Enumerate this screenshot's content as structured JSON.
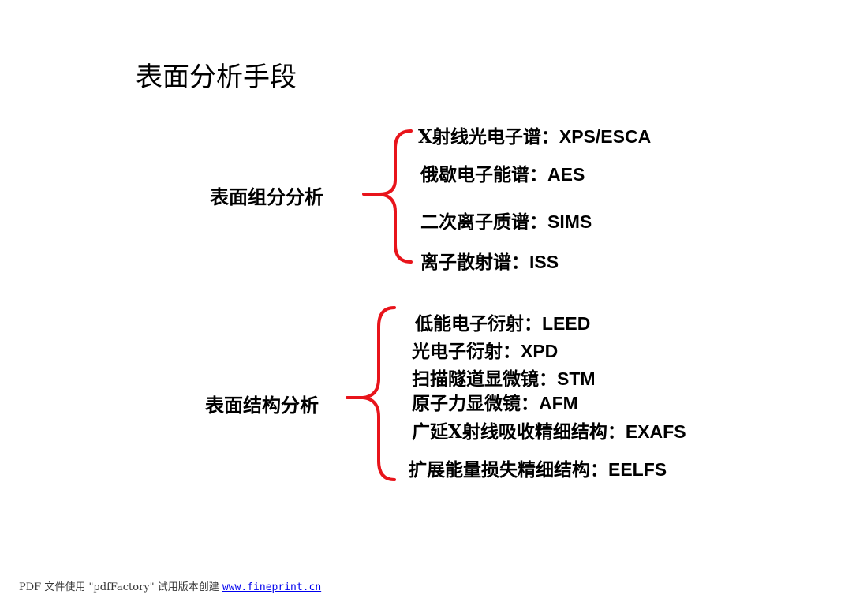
{
  "title": "表面分析手段",
  "groups": [
    {
      "label": "表面组分分析",
      "items": [
        {
          "cn": "X射线光电子谱：",
          "en": "XPS/ESCA"
        },
        {
          "cn": "俄歇电子能谱：",
          "en": "AES"
        },
        {
          "cn": "二次离子质谱：",
          "en": "SIMS"
        },
        {
          "cn": "离子散射谱：",
          "en": "ISS"
        }
      ]
    },
    {
      "label": "表面结构分析",
      "items": [
        {
          "cn": "低能电子衍射：",
          "en": "LEED"
        },
        {
          "cn": "光电子衍射：",
          "en": "XPD"
        },
        {
          "cn": "扫描隧道显微镜：",
          "en": "STM"
        },
        {
          "cn": "原子力显微镜：",
          "en": "AFM"
        },
        {
          "cn": "广延X射线吸收精细结构：",
          "en": "EXAFS"
        },
        {
          "cn": "扩展能量损失精细结构：",
          "en": "EELFS"
        }
      ]
    }
  ],
  "footer": {
    "text": "PDF 文件使用 \"pdfFactory\" 试用版本创建 ",
    "link": "www.fineprint.cn"
  },
  "colors": {
    "brace": "#e8141b"
  }
}
